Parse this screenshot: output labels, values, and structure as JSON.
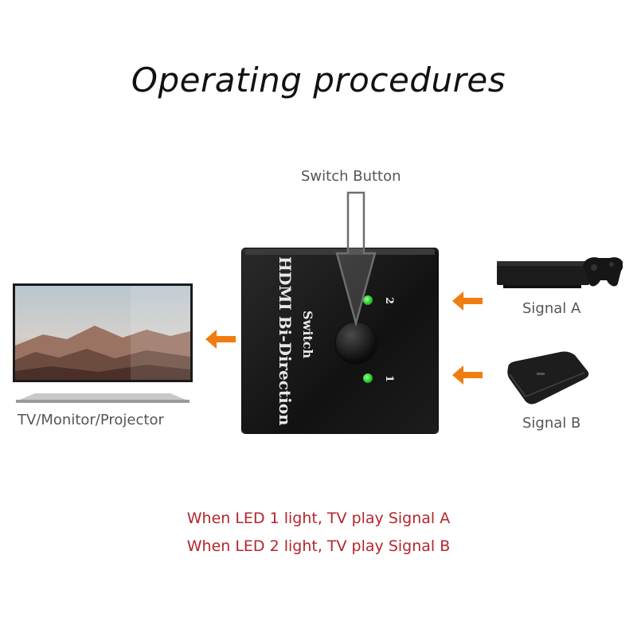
{
  "title": "Operating procedures",
  "switch_button_label": "Switch Button",
  "output_label": "TV/Monitor/Projector",
  "signal_a_label": "Signal A",
  "signal_b_label": "Signal B",
  "device": {
    "brand_line": "HDMI Bi-Direction",
    "model_line": "Switch",
    "led_1": "1",
    "led_2": "2"
  },
  "notes": [
    "When LED 1 light,  TV play Signal A",
    "When LED 2 light,  TV play Signal B"
  ],
  "colors": {
    "arrow": "#f07d10",
    "note": "#b5252b",
    "led": "#1ec21e"
  }
}
